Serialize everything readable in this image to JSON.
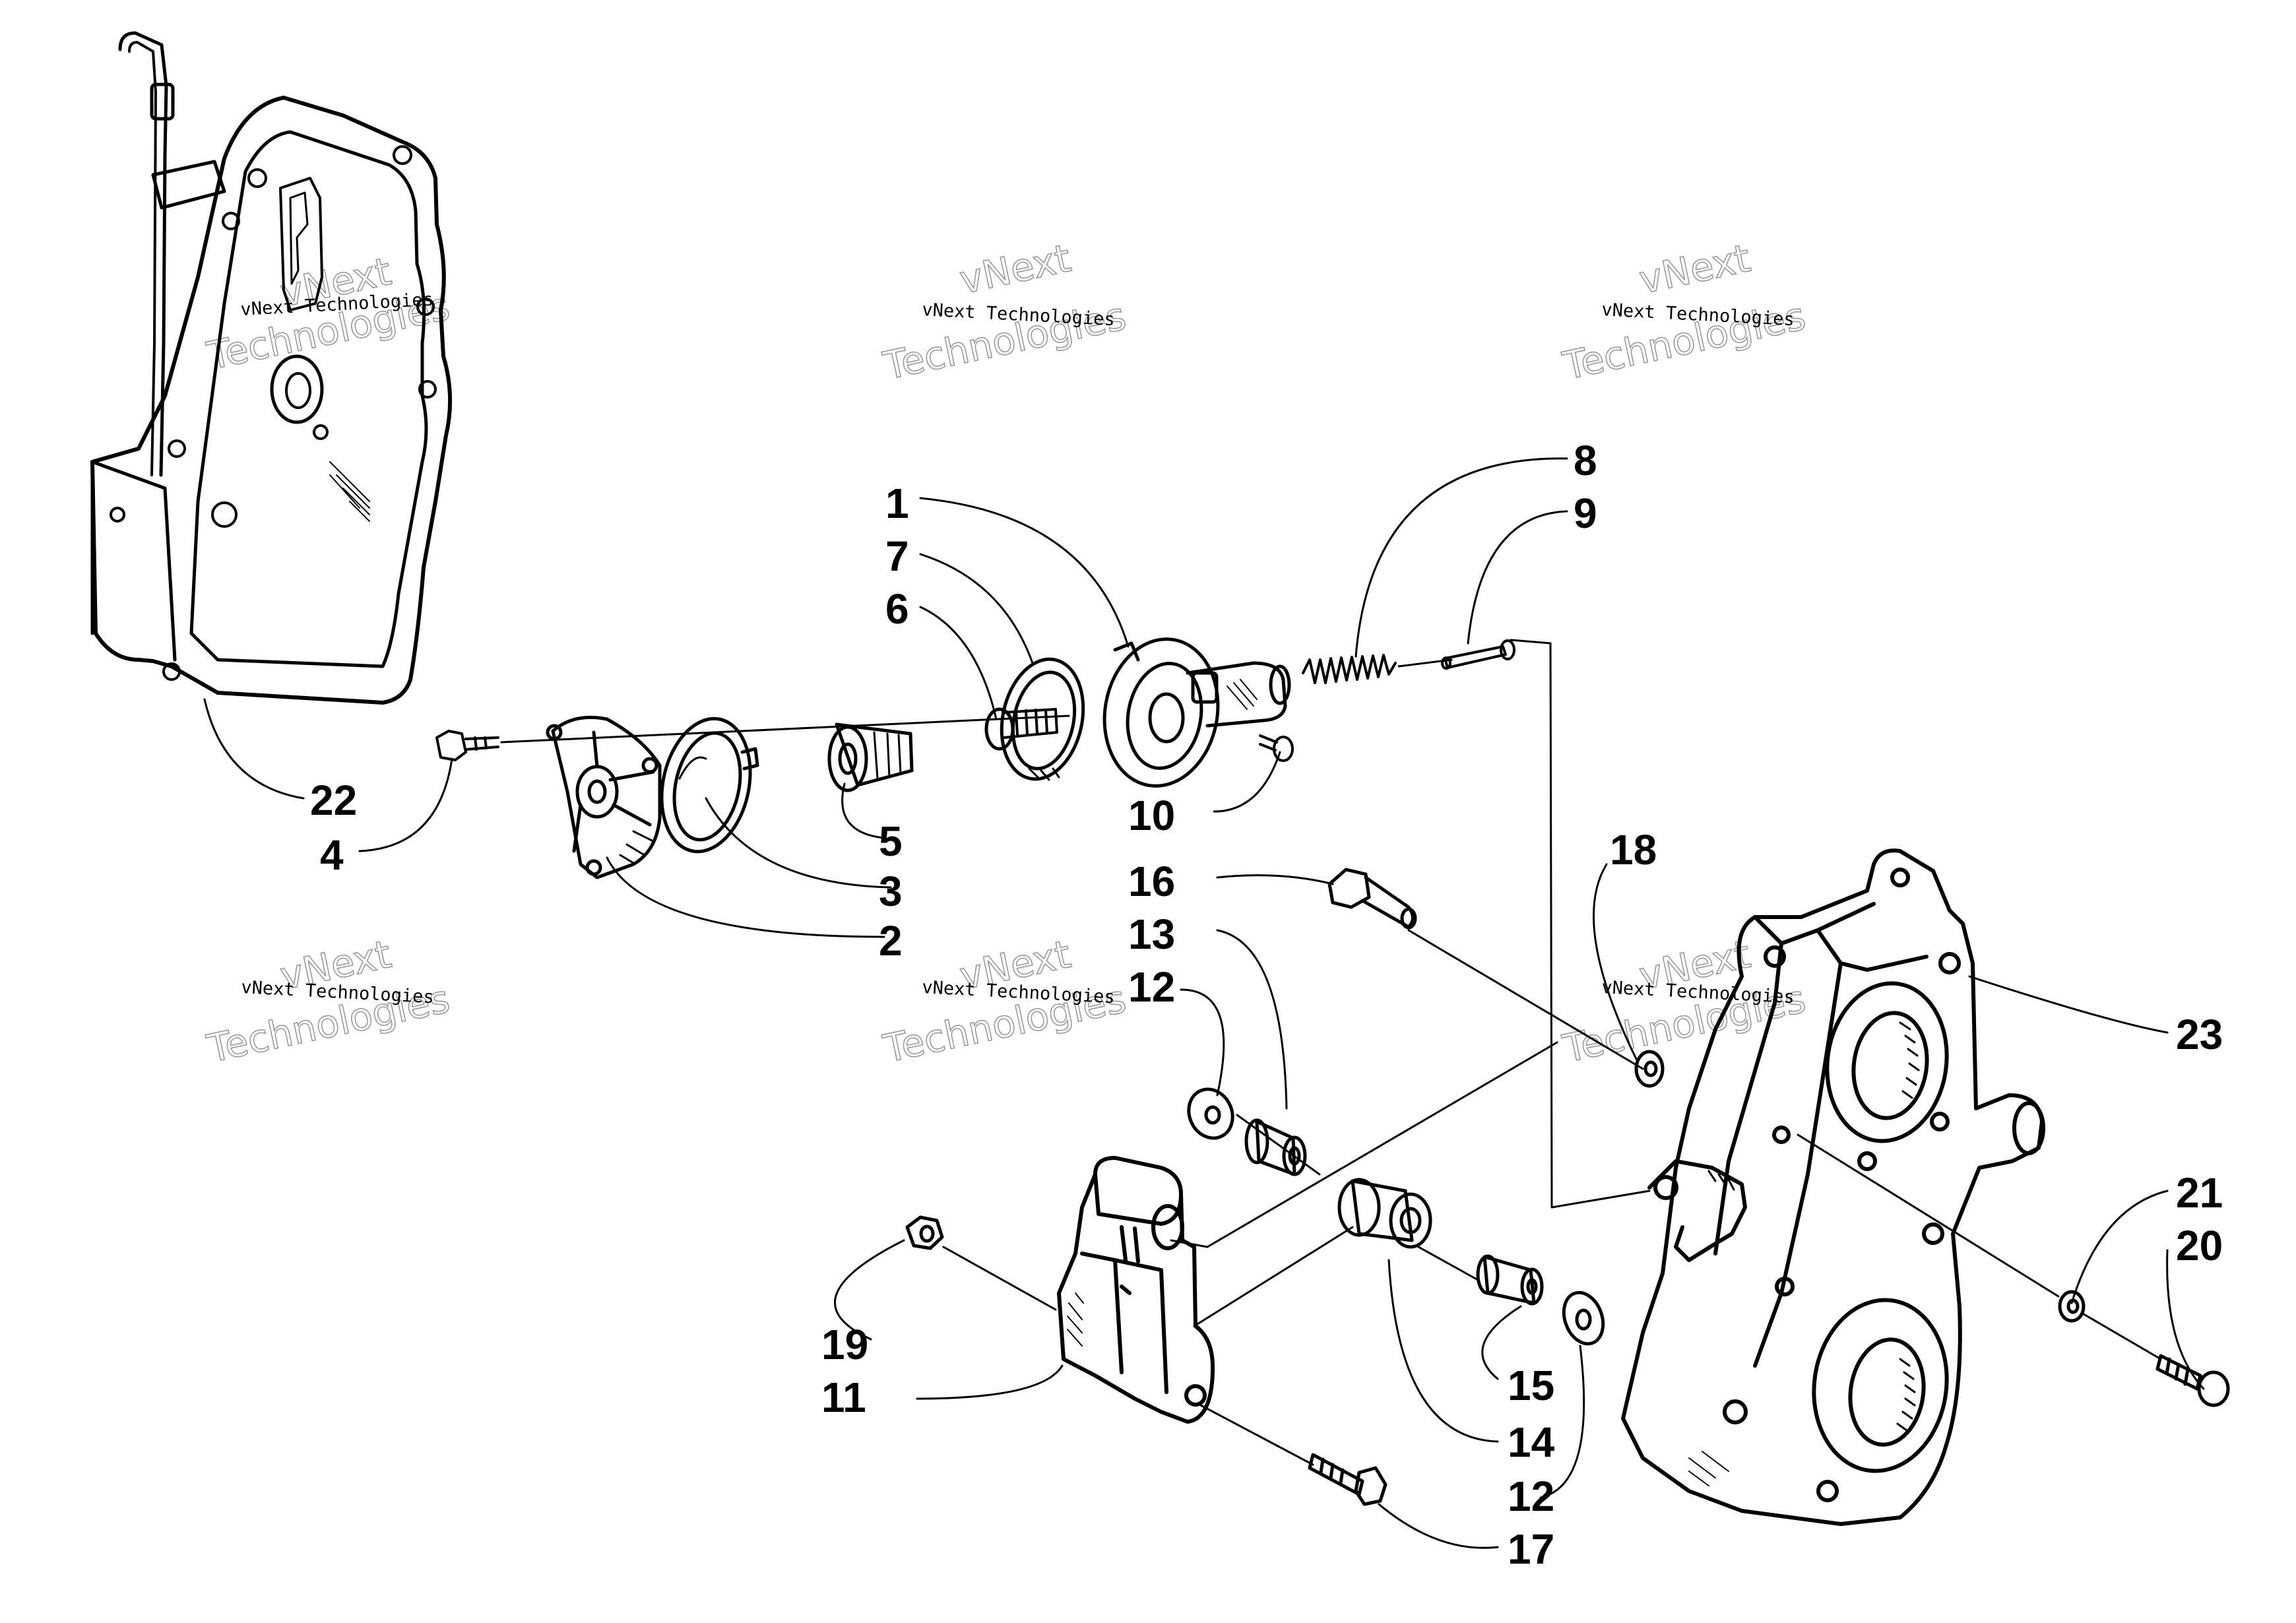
{
  "diagram": {
    "callouts": [
      {
        "id": "c22",
        "label": "22"
      },
      {
        "id": "c4",
        "label": "4"
      },
      {
        "id": "c5",
        "label": "5"
      },
      {
        "id": "c3",
        "label": "3"
      },
      {
        "id": "c2",
        "label": "2"
      },
      {
        "id": "c1",
        "label": "1"
      },
      {
        "id": "c7",
        "label": "7"
      },
      {
        "id": "c6",
        "label": "6"
      },
      {
        "id": "c8",
        "label": "8"
      },
      {
        "id": "c9",
        "label": "9"
      },
      {
        "id": "c10",
        "label": "10"
      },
      {
        "id": "c16",
        "label": "16"
      },
      {
        "id": "c13",
        "label": "13"
      },
      {
        "id": "c12a",
        "label": "12"
      },
      {
        "id": "c18",
        "label": "18"
      },
      {
        "id": "c23",
        "label": "23"
      },
      {
        "id": "c21",
        "label": "21"
      },
      {
        "id": "c20",
        "label": "20"
      },
      {
        "id": "c19",
        "label": "19"
      },
      {
        "id": "c11",
        "label": "11"
      },
      {
        "id": "c15",
        "label": "15"
      },
      {
        "id": "c14",
        "label": "14"
      },
      {
        "id": "c12b",
        "label": "12"
      },
      {
        "id": "c17",
        "label": "17"
      }
    ],
    "watermark": {
      "line_small": "vNext Technologies",
      "line_big_1": "vNext",
      "line_big_2": "Technologies"
    }
  }
}
